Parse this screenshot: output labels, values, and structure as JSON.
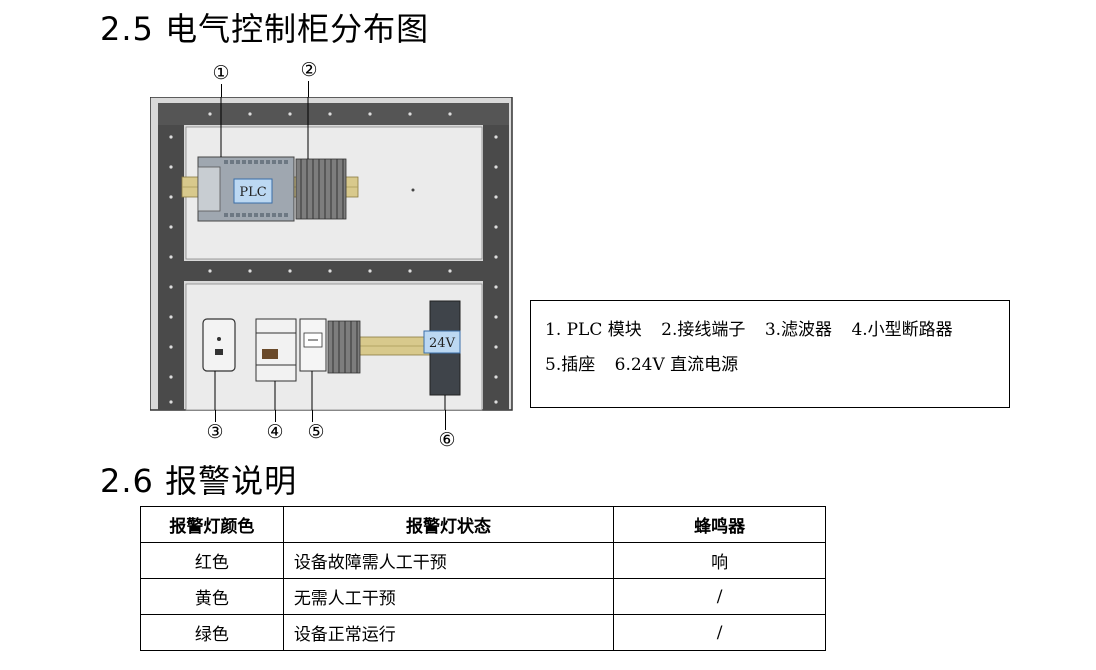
{
  "section1": {
    "title": "2.5 电气控制柜分布图"
  },
  "diagram": {
    "callouts": [
      "①",
      "②",
      "③",
      "④",
      "⑤",
      "⑥"
    ],
    "plc_label": "PLC",
    "power_label": "24V"
  },
  "legend": {
    "line1": [
      "1.  PLC 模块",
      "2.接线端子",
      "3.滤波器",
      "4.小型断路器"
    ],
    "line2": [
      "5.插座",
      "6.24V 直流电源"
    ]
  },
  "section2": {
    "title": "2.6  报警说明"
  },
  "alarm_table": {
    "headers": [
      "报警灯颜色",
      "报警灯状态",
      "蜂鸣器"
    ],
    "rows": [
      [
        "红色",
        "设备故障需人工干预",
        "响"
      ],
      [
        "黄色",
        "无需人工干预",
        "/"
      ],
      [
        "绿色",
        "设备正常运行",
        "/"
      ]
    ]
  }
}
